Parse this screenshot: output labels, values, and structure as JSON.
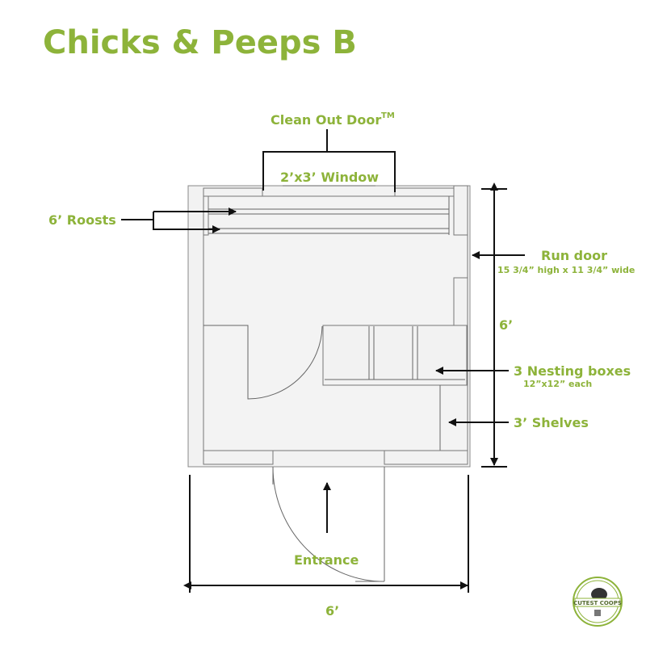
{
  "title": "Chicks & Peeps B",
  "labels": {
    "clean_out_door": "Clean Out Door",
    "tm": "TM",
    "window": "2’x3’ Window",
    "roosts": "6’ Roosts",
    "run_door": "Run door",
    "run_door_size": "15 3/4” high x 11 3/4” wide",
    "height_dim": "6’",
    "nesting_boxes": "3 Nesting boxes",
    "nesting_size": "12”x12” each",
    "shelves": "3’ Shelves",
    "entrance": "Entrance",
    "width_dim": "6’"
  },
  "logo": {
    "text": "CUTEST COOPS"
  },
  "colors": {
    "accent": "#8db33a"
  }
}
